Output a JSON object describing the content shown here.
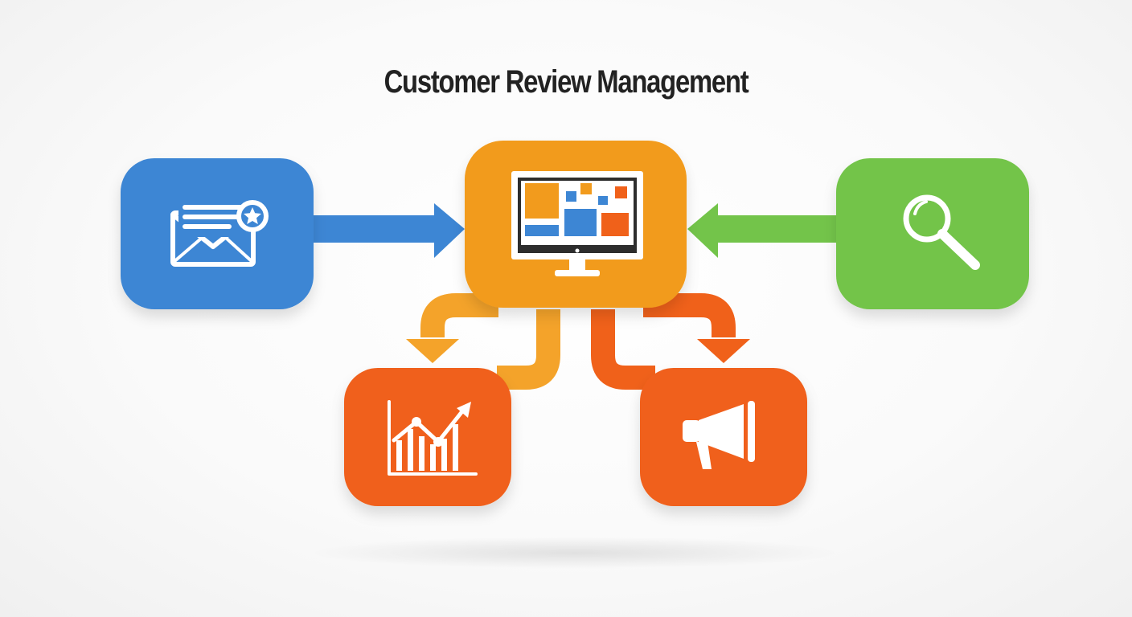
{
  "title": "Customer Review Management",
  "colors": {
    "title": "#222222",
    "blue": "#3d86d4",
    "orange": "#f29b1d",
    "green": "#73c44a",
    "red_orange": "#f0611a",
    "connector_orange": "#f4a32a",
    "connector_red": "#f0611a",
    "icon": "#ffffff"
  },
  "nodes": [
    {
      "id": "review-request",
      "icon": "envelope-star-icon",
      "color": "#3d86d4"
    },
    {
      "id": "review-dashboard",
      "icon": "monitor-dashboard-icon",
      "color": "#f29b1d"
    },
    {
      "id": "review-monitoring",
      "icon": "magnifier-icon",
      "color": "#73c44a"
    },
    {
      "id": "review-analytics",
      "icon": "growth-chart-icon",
      "color": "#f0611a"
    },
    {
      "id": "review-promotion",
      "icon": "megaphone-icon",
      "color": "#f0611a"
    }
  ]
}
